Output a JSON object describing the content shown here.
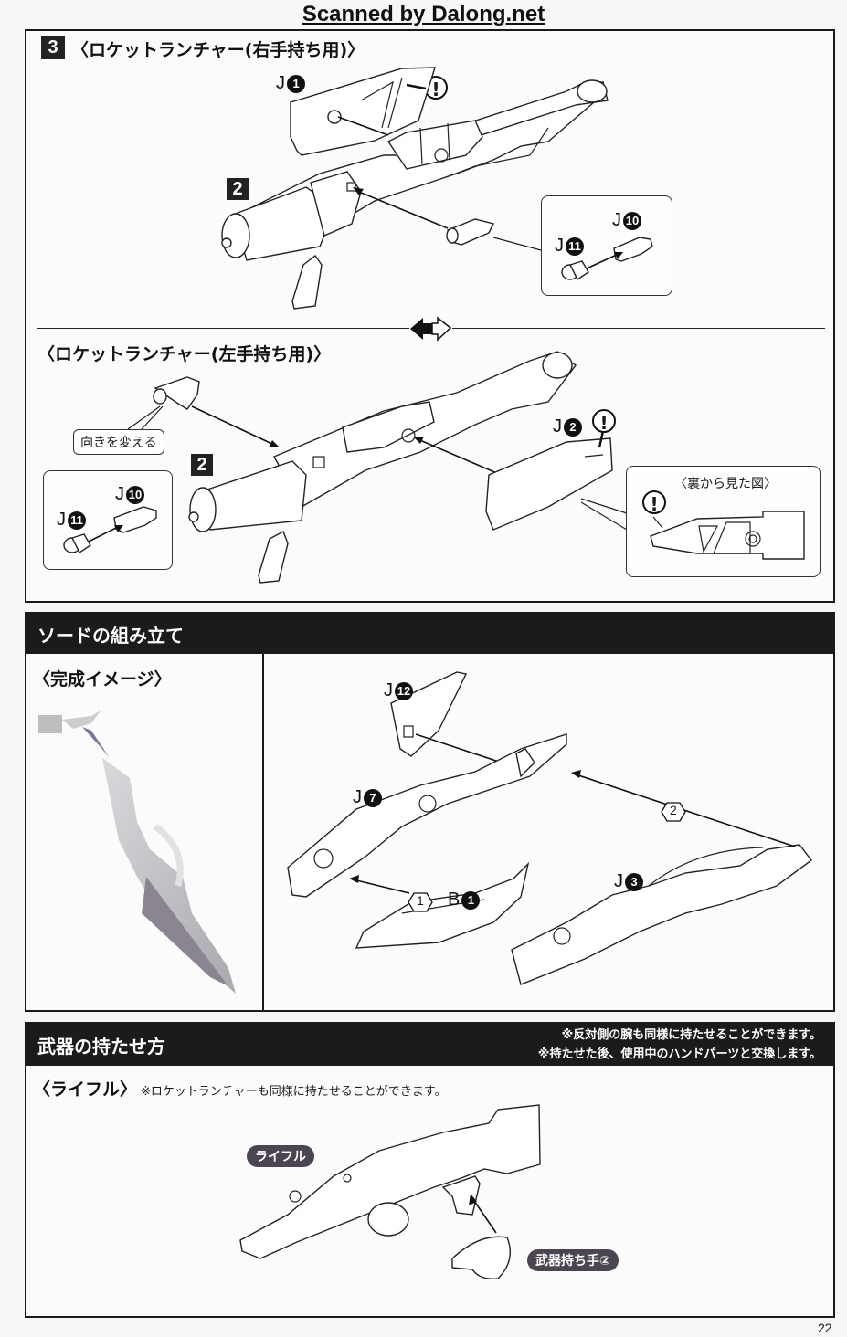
{
  "watermark": "Scanned by Dalong.net",
  "page_number": "22",
  "section_rocket": {
    "step_number": "3",
    "title_right": "〈ロケットランチャー(右手持ち用)〉",
    "title_left": "〈ロケットランチャー(左手持ち用)〉",
    "sub_step": "2",
    "right_hand": {
      "parts": [
        {
          "runner": "J",
          "number": "1"
        },
        {
          "runner": "J",
          "number": "10"
        },
        {
          "runner": "J",
          "number": "11"
        }
      ],
      "warning_icon": "!"
    },
    "left_hand": {
      "callout": "向きを変える",
      "parts": [
        {
          "runner": "J",
          "number": "2"
        },
        {
          "runner": "J",
          "number": "10"
        },
        {
          "runner": "J",
          "number": "11"
        }
      ],
      "back_view_label": "〈裏から見た図〉",
      "warning_icon": "!"
    },
    "separator_icon": "swap-arrows-icon"
  },
  "section_sword": {
    "title": "ソードの組み立て",
    "completed_label": "〈完成イメージ〉",
    "parts": [
      {
        "runner": "J",
        "number": "12"
      },
      {
        "runner": "J",
        "number": "7"
      },
      {
        "runner": "J",
        "number": "3"
      },
      {
        "runner": "B",
        "number": "1"
      }
    ],
    "order_steps": [
      "1",
      "2"
    ]
  },
  "section_weapon": {
    "title": "武器の持たせ方",
    "notes": [
      "※反対側の腕も同様に持たせることができます。",
      "※持たせた後、使用中のハンドパーツと交換します。"
    ],
    "rifle_label": "〈ライフル〉",
    "rifle_note": "※ロケットランチャーも同様に持たせることができます。",
    "tag_rifle": "ライフル",
    "tag_hand": "武器持ち手②"
  }
}
